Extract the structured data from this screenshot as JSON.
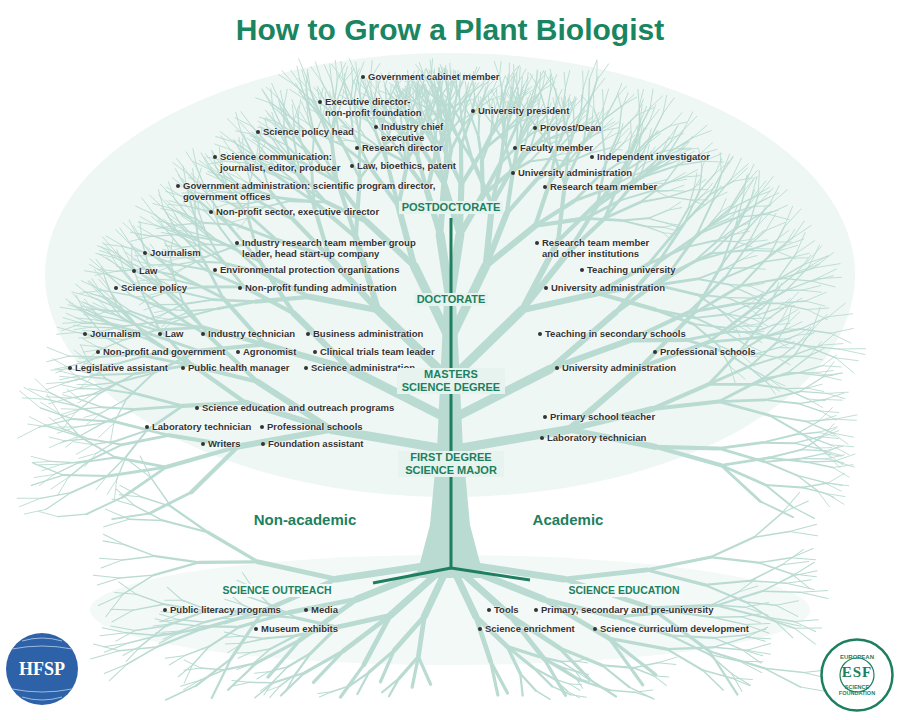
{
  "diagram": {
    "title": "How to Grow a Plant Biologist",
    "nodes": [
      {
        "text": [
          "HFSP"
        ]
      },
      {
        "text": [
          "EUROPEAN",
          "ESF",
          "SCIENCE FOUNDATION"
        ]
      }
    ],
    "labels": [
      "Government cabinet member",
      "Executive director- non-profit foundation",
      "University president",
      "Industry chief executive",
      "Science policy head",
      "Provost/Dean",
      "Research director",
      "Faculty member",
      "Science communication: journalist, editor, producer",
      "Independent investigator",
      "Law, bioethics, patent",
      "University administration",
      "Government administration: scientific program director, government offices",
      "Research team member",
      "POSTDOCTORATE",
      "Non-profit sector, executive director",
      "Industry research team member group leader, head start-up company",
      "Research team member and other institutions",
      "Journalism",
      "Law",
      "Environmental protection organizations",
      "Teaching university",
      "Science policy",
      "Non-profit funding administration",
      "University administration",
      "DOCTORATE",
      "Journalism",
      "Law",
      "Industry technician",
      "Business administration",
      "Teaching in secondary schools",
      "Non-profit and government",
      "Agronomist",
      "Clinical trials team leader",
      "Professional schools",
      "Legislative assistant",
      "Public health manager",
      "Science administration",
      "University administration",
      "MASTERS SCIENCE DEGREE",
      "Science education and outreach programs",
      "Primary school teacher",
      "Laboratory technician",
      "Professional schools",
      "Laboratory technician",
      "Writers",
      "Foundation assistant",
      "FIRST DEGREE SCIENCE MAJOR",
      "Non-academic",
      "Academic",
      "SCIENCE OUTREACH",
      "SCIENCE EDUCATION",
      "Public literacy programs",
      "Media",
      "Museum exhibits",
      "Tools",
      "Primary, secondary and pre-university",
      "Science enrichment",
      "Science curriculum development"
    ]
  }
}
